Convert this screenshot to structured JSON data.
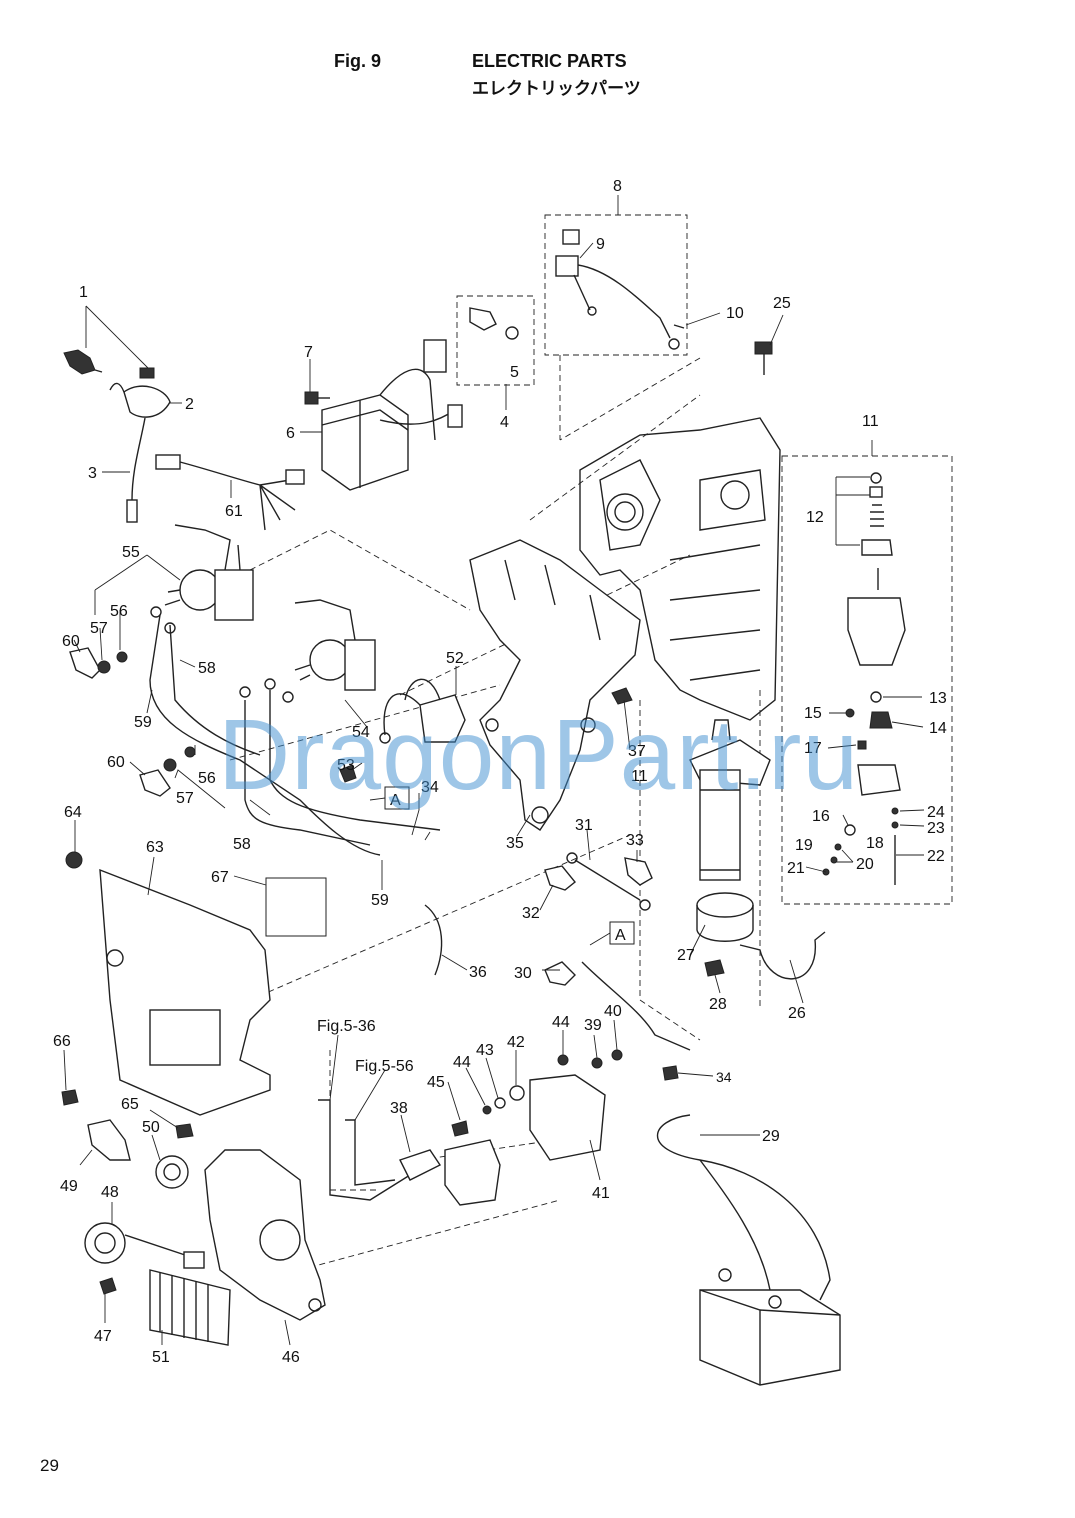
{
  "header": {
    "fig": "Fig. 9",
    "title_en": "ELECTRIC PARTS",
    "title_jp": "エレクトリックパーツ"
  },
  "page_number": "29",
  "watermark": "DragonPart.ru",
  "callouts": [
    "1",
    "2",
    "3",
    "4",
    "5",
    "6",
    "7",
    "8",
    "9",
    "10",
    "11",
    "12",
    "13",
    "14",
    "15",
    "16",
    "17",
    "18",
    "19",
    "20",
    "21",
    "22",
    "23",
    "24",
    "25",
    "26",
    "27",
    "28",
    "29",
    "30",
    "31",
    "32",
    "33",
    "34",
    "35",
    "36",
    "37",
    "38",
    "39",
    "40",
    "41",
    "42",
    "43",
    "44",
    "45",
    "46",
    "47",
    "48",
    "49",
    "50",
    "51",
    "52",
    "53",
    "54",
    "55",
    "56",
    "57",
    "58",
    "59",
    "60",
    "61",
    "63",
    "64",
    "65",
    "66",
    "67"
  ],
  "extra_labels": {
    "callout_11_starter": "11",
    "callout_34_terminal": "34",
    "callout_34_bolt": "34",
    "callout_44_upper": "44",
    "callout_56_lower": "56",
    "callout_57_lower": "57",
    "callout_58_lower": "58",
    "callout_59_lower": "59",
    "callout_60_lower": "60",
    "ref_a_1": "A",
    "ref_a_2": "A",
    "ref_fig_5_36": "Fig.5-36",
    "ref_fig_5_56": "Fig.5-56"
  }
}
